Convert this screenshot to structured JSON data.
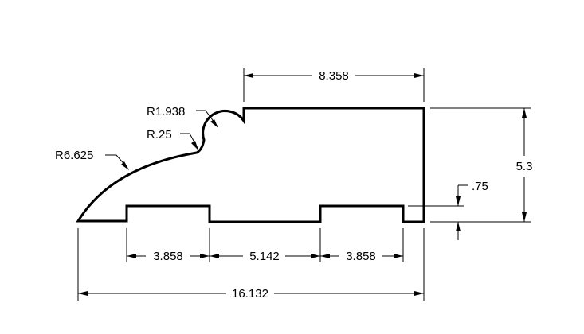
{
  "dimensions": {
    "top_width": "8.358",
    "height": "5.3",
    "step": ".75",
    "left_notch": "3.858",
    "middle": "5.142",
    "right_notch": "3.858",
    "overall": "16.132"
  },
  "radii": {
    "r1": "R1.938",
    "r2": "R.25",
    "r3": "R6.625"
  }
}
